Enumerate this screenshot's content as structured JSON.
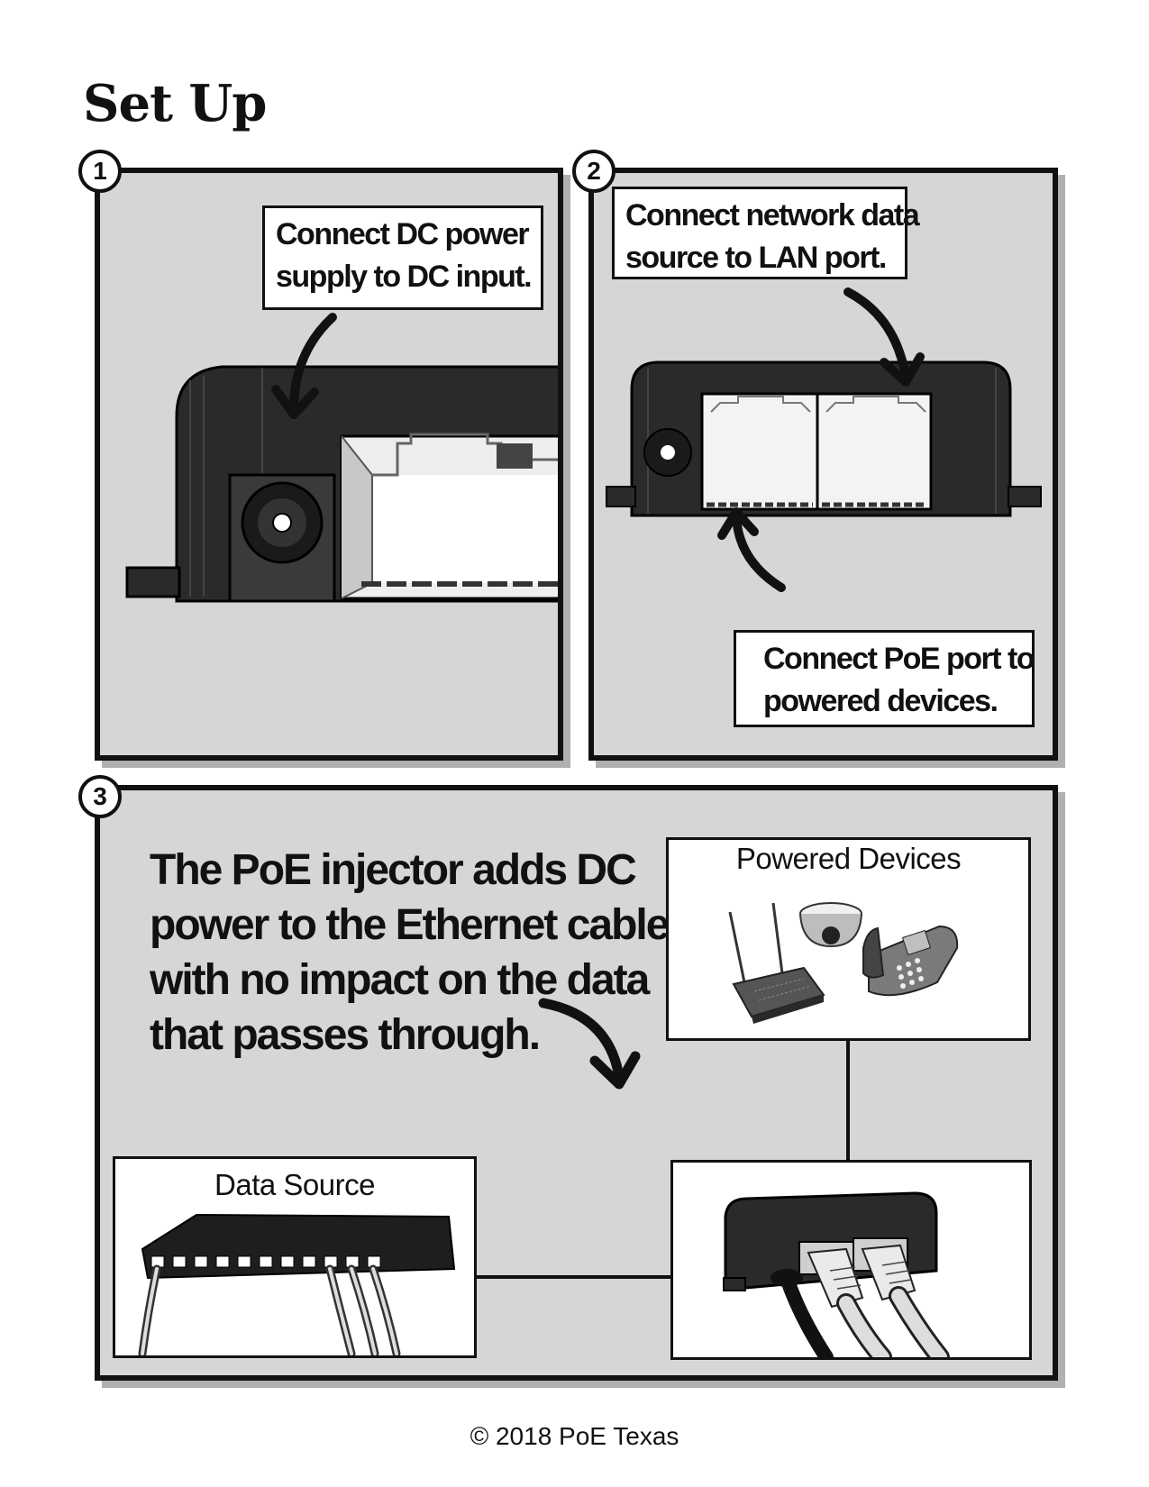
{
  "page": {
    "title": "Set Up"
  },
  "steps": [
    {
      "number": "1",
      "callout_lines": [
        "Connect DC power",
        "supply to DC input."
      ]
    },
    {
      "number": "2",
      "callout_top_lines": [
        "Connect network data",
        "source to LAN port."
      ],
      "callout_bottom_lines": [
        "Connect PoE port to",
        "powered  devices."
      ]
    },
    {
      "number": "3",
      "description_lines": [
        "The PoE injector adds DC",
        "power to the Ethernet cable",
        "with no impact on the data",
        "that passes through."
      ],
      "powered_devices_label": "Powered Devices",
      "data_source_label": "Data Source"
    }
  ],
  "footer": {
    "copyright": "© 2018 PoE Texas"
  },
  "colors": {
    "panel_bg": "#d6d6d6",
    "border": "#111111",
    "device": "#262626"
  }
}
